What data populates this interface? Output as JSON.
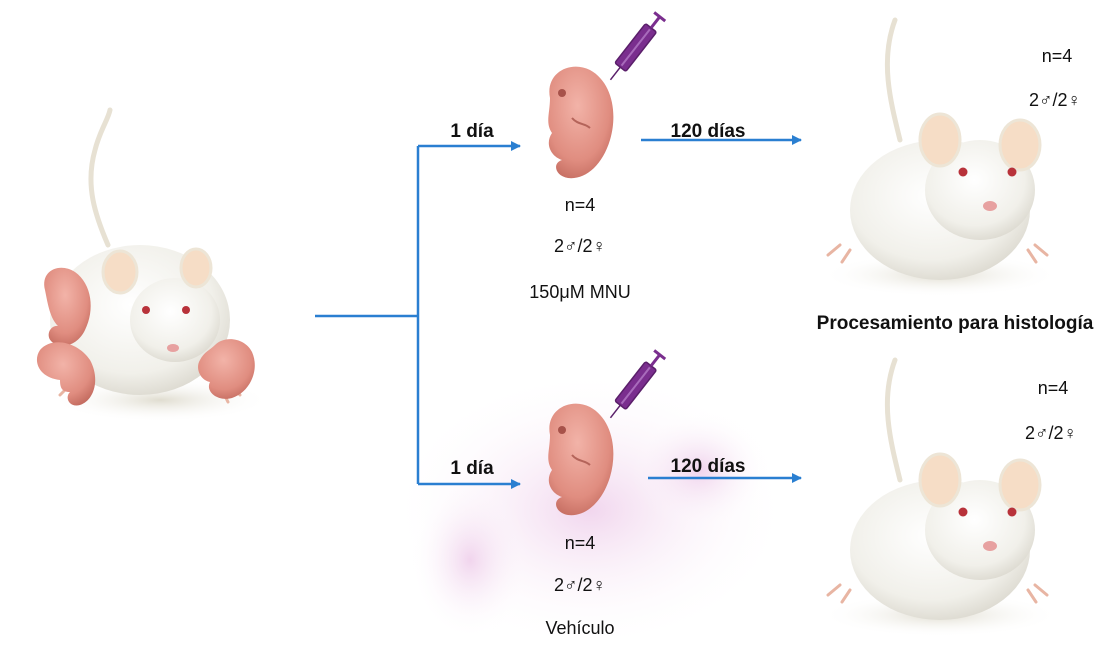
{
  "colors": {
    "arrow": "#2a7fd1",
    "syringe": "#7a2e8e",
    "embryo": "#e3978c",
    "mouse_body": "#f4f3ef",
    "texture": "#e9bde3"
  },
  "icons": [
    "pregnant-mouse-icon",
    "embryo-icon",
    "syringe-icon",
    "adult-mouse-icon"
  ],
  "branches": {
    "top": {
      "time1": "1 día",
      "time2": "120 días",
      "embryo": {
        "n": "n=4",
        "sex": "2♂/2♀",
        "treatment": "150μM MNU"
      },
      "adult": {
        "n": "n=4",
        "sex": "2♂/2♀"
      }
    },
    "bottom": {
      "time1": "1 día",
      "time2": "120 días",
      "embryo": {
        "n": "n=4",
        "sex": "2♂/2♀",
        "treatment": "Vehículo"
      },
      "adult": {
        "n": "n=4",
        "sex": "2♂/2♀"
      }
    }
  },
  "process_label": "Procesamiento para histología"
}
